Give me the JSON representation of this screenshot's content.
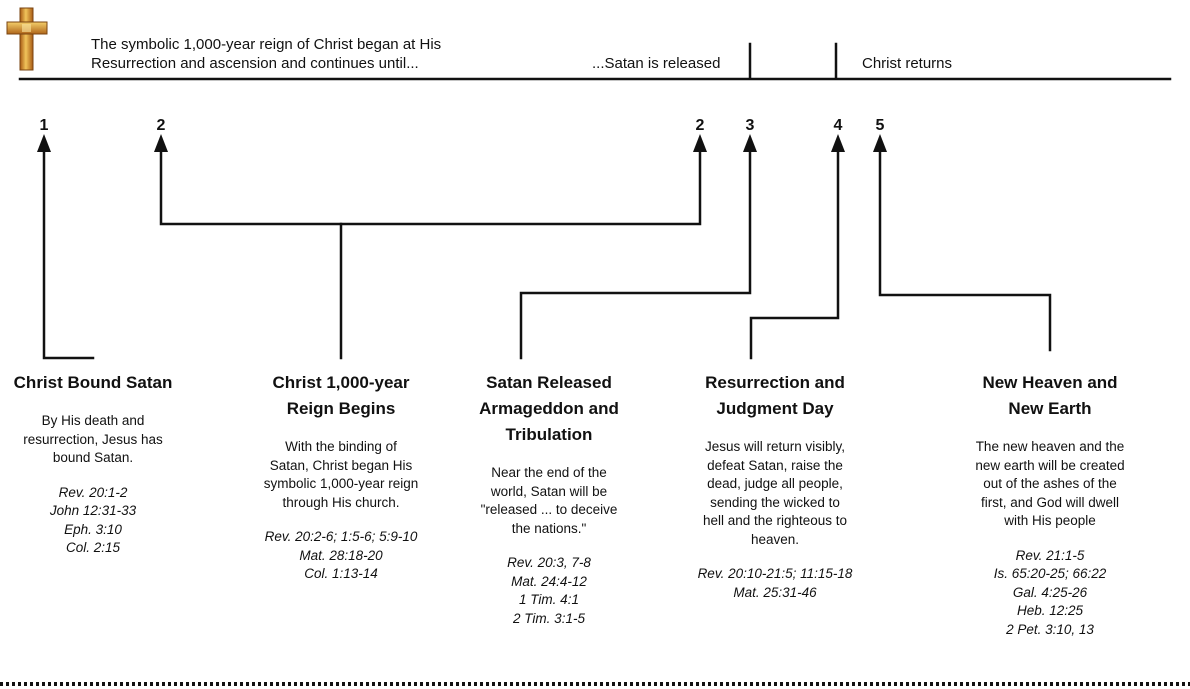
{
  "header": {
    "intro_line1": "The symbolic 1,000-year reign of Christ began at His",
    "intro_line2": "Resurrection and ascension and continues until...",
    "satan_released": "...Satan is released",
    "christ_returns": "Christ returns"
  },
  "markers": [
    "1",
    "2",
    "2",
    "3",
    "4",
    "5"
  ],
  "columns": [
    {
      "title": [
        "Christ Bound Satan"
      ],
      "description": [
        "By His death and",
        "resurrection, Jesus has",
        "bound Satan."
      ],
      "references": [
        "Rev. 20:1-2",
        "John 12:31-33",
        "Eph. 3:10",
        "Col. 2:15"
      ]
    },
    {
      "title": [
        "Christ 1,000-year",
        "Reign Begins"
      ],
      "description": [
        "With the binding of",
        "Satan, Christ began His",
        "symbolic 1,000-year reign",
        "through His church."
      ],
      "references": [
        "Rev. 20:2-6; 1:5-6; 5:9-10",
        "Mat. 28:18-20",
        "Col. 1:13-14"
      ]
    },
    {
      "title": [
        "Satan Released",
        "Armageddon and",
        "Tribulation"
      ],
      "description": [
        "Near the end of the",
        "world, Satan will be",
        "\"released ... to deceive",
        "the nations.\""
      ],
      "references": [
        "Rev. 20:3, 7-8",
        "Mat. 24:4-12",
        "1 Tim. 4:1",
        "2 Tim. 3:1-5"
      ]
    },
    {
      "title": [
        "Resurrection and",
        "Judgment Day"
      ],
      "description": [
        "Jesus will return visibly,",
        "defeat Satan, raise the",
        "dead, judge all people,",
        "sending the wicked to",
        "hell and the righteous to",
        "heaven."
      ],
      "references": [
        "Rev. 20:10-21:5; 11:15-18",
        "Mat. 25:31-46"
      ]
    },
    {
      "title": [
        "New Heaven and",
        "New Earth"
      ],
      "description": [
        "The new heaven and the",
        "new earth will be created",
        "out of the ashes of the",
        "first, and God will dwell",
        "with His people"
      ],
      "references": [
        "Rev. 21:1-5",
        "Is. 65:20-25; 66:22",
        "Gal. 4:25-26",
        "Heb. 12:25",
        "2 Pet. 3:10, 13"
      ]
    }
  ],
  "colors": {
    "ink": "#111111",
    "cross_gold": "#d9a43a",
    "cross_dark": "#8a4f12"
  },
  "icons": [
    "cross-icon",
    "arrow-up-icon"
  ]
}
